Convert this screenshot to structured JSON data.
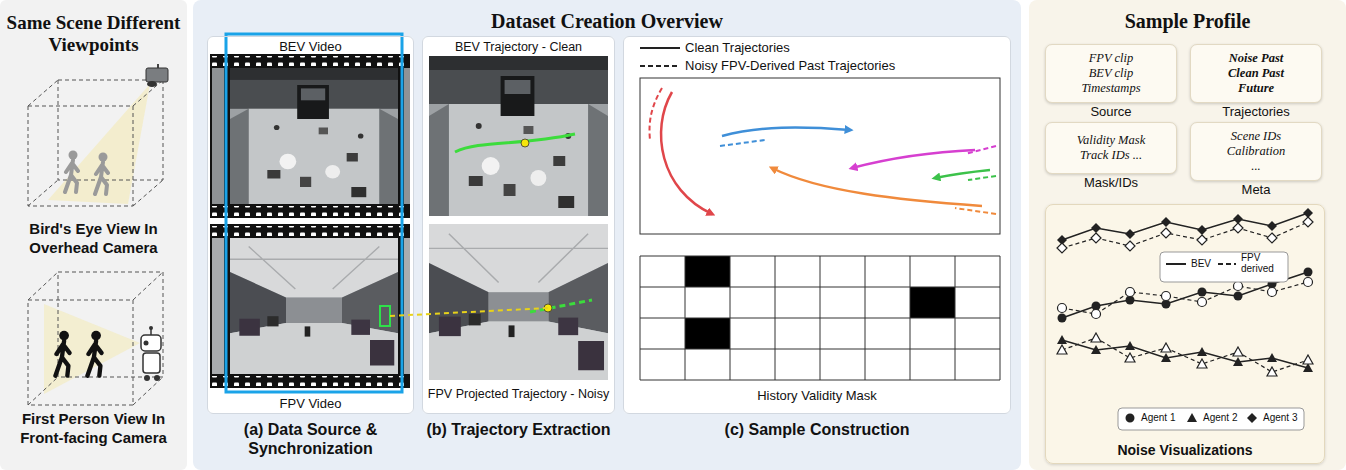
{
  "diagram": {
    "nodes": [
      {
        "text": [
          "Same Scene Different Viewpoints"
        ]
      },
      {
        "text": [
          "Dataset Creation Overview"
        ]
      },
      {
        "text": [
          "BEV Video",
          "FPV Video",
          "(a) Data Source & Synchronization"
        ],
        "in": 1
      },
      {
        "text": [
          "BEV Trajectory - Clean",
          "FPV Projected Trajectory - Noisy",
          "(b) Trajectory Extraction"
        ],
        "in": 1
      },
      {
        "text": [
          "History Validity Mask",
          "(c) Sample Construction"
        ],
        "in": 1
      },
      {
        "text": [
          "Sample Profile"
        ]
      },
      {
        "text": [
          "FPV clip BEV clip Timestamps",
          "Source"
        ],
        "in": 5
      },
      {
        "text": [
          "Noise Past Clean Past Future",
          "Trajectories"
        ],
        "in": 5
      },
      {
        "text": [
          "Validity Mask Track IDs ...",
          "Mask/IDs"
        ],
        "in": 5
      },
      {
        "text": [
          "Scene IDs Calibration ...",
          "Meta"
        ],
        "in": 5
      },
      {
        "text": [
          "Noise Visualizations"
        ],
        "in": 5
      }
    ],
    "labels": [
      "Bird's Eye View In Overhead Camera",
      "First Person View In Front-facing Camera"
    ],
    "legend": [
      {
        "text": "Clean Trajectories"
      },
      {
        "text": "Noisy FPV-Derived Past Trajectories"
      },
      {
        "text": "BEV"
      },
      {
        "text": "FPV derived"
      },
      {
        "text": "Agent 1"
      },
      {
        "text": "Agent 2"
      },
      {
        "text": "Agent 3"
      }
    ]
  }
}
